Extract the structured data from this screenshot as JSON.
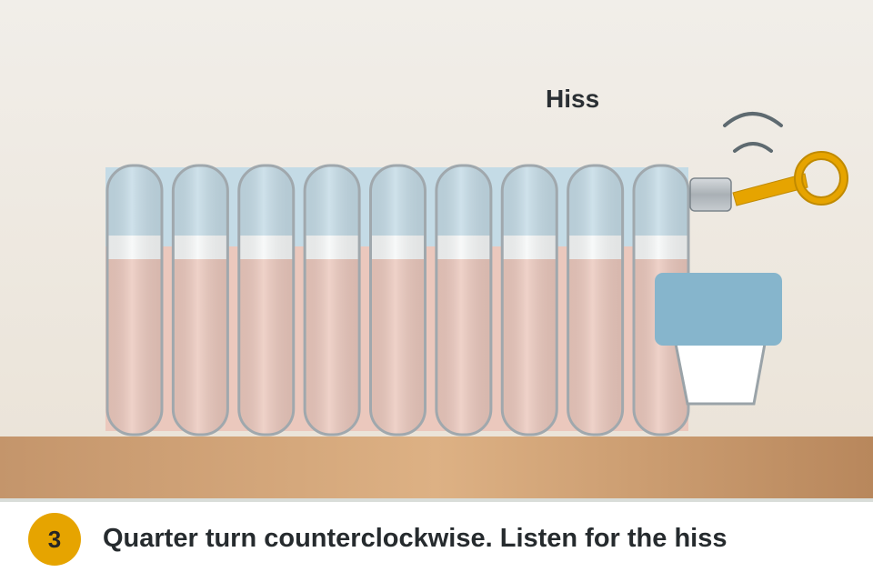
{
  "scene": {
    "sound_label": "Hiss",
    "radiator_fin_count": 9,
    "air_fraction": 0.3,
    "colors": {
      "wall": "#efeae2",
      "floor": "#d4a77a",
      "air": "#c4dbe6",
      "water": "#ebc8bd",
      "fin_outline": "#a0a8ad",
      "key": "#e6a400",
      "valve": "#b7bec3",
      "cup": "#86b5cc"
    },
    "icons": {
      "radiator": "radiator-icon",
      "bleed_valve": "bleed-valve-icon",
      "key": "radiator-key-icon",
      "sound_waves": "sound-waves-icon",
      "cup": "catch-cup-icon"
    }
  },
  "caption": {
    "step_number": "3",
    "text": "Quarter turn counterclockwise. Listen for the hiss"
  }
}
